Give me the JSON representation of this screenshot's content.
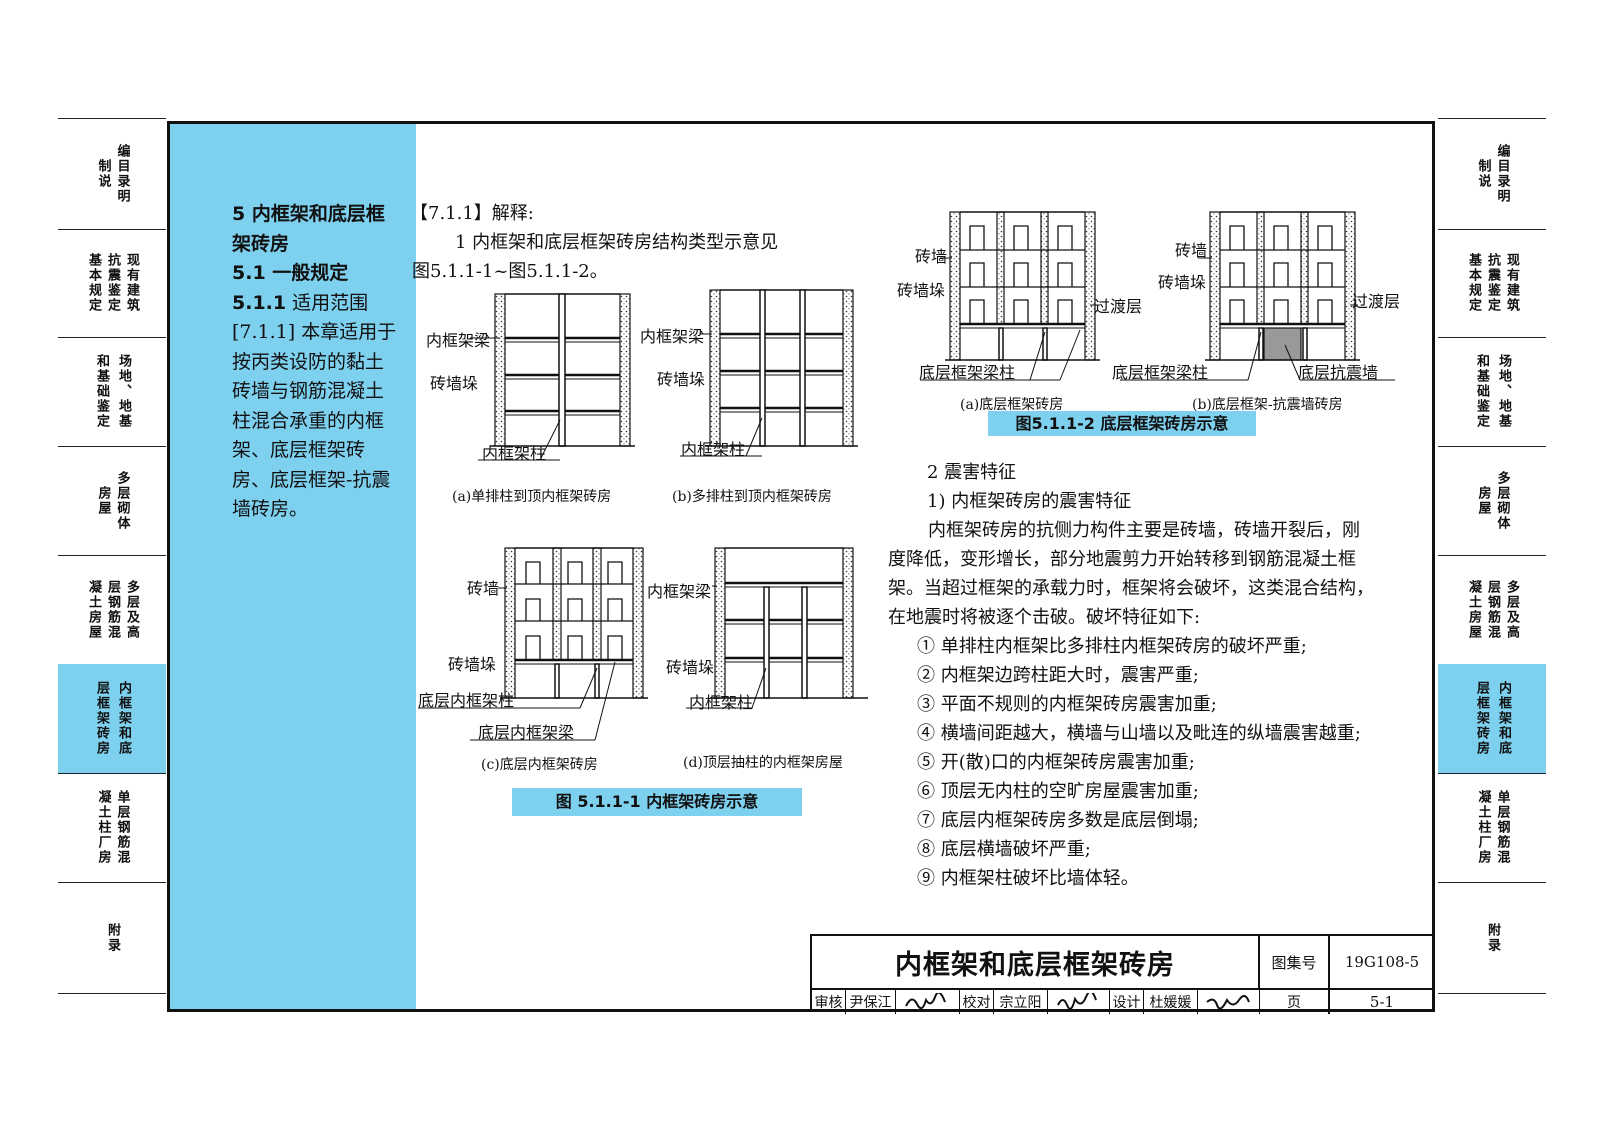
{
  "left_tabs": [
    {
      "lines": [
        "编",
        "目制",
        "录说",
        "明"
      ],
      "active": false
    },
    {
      "lines": [
        "现抗基",
        "有震本",
        "建鉴规",
        "筑定定"
      ],
      "active": false
    },
    {
      "lines": [
        "场 和",
        "地 基",
        "、 础",
        "地 鉴",
        "基 定"
      ],
      "active": false
    },
    {
      "lines": [
        "多",
        "层房",
        "砌屋",
        "体"
      ],
      "active": false
    },
    {
      "lines": [
        "多层凝",
        "层钢土",
        "及筋房",
        "高混屋"
      ],
      "active": false
    },
    {
      "lines": [
        "内 层",
        "框 框",
        "架 架",
        "和 砖",
        "底 房"
      ],
      "active": true
    },
    {
      "lines": [
        "单凝",
        "层土",
        "钢柱",
        "筋厂",
        "混房"
      ],
      "active": false
    },
    {
      "lines": [
        "附",
        "录"
      ],
      "active": false
    }
  ],
  "right_tabs": [
    {
      "lines": [
        "编",
        "目制",
        "录说",
        "明"
      ],
      "active": false
    },
    {
      "lines": [
        "现抗基",
        "有震本",
        "建鉴规",
        "筑定定"
      ],
      "active": false
    },
    {
      "lines": [
        "场 和",
        "地 基",
        "、 础",
        "地 鉴",
        "基 定"
      ],
      "active": false
    },
    {
      "lines": [
        "多",
        "层房",
        "砌屋",
        "体"
      ],
      "active": false
    },
    {
      "lines": [
        "多层凝",
        "层钢土",
        "及筋房",
        "高混屋"
      ],
      "active": false
    },
    {
      "lines": [
        "内 层",
        "框 框",
        "架 架",
        "和 砖",
        "底 房"
      ],
      "active": true
    },
    {
      "lines": [
        "单凝",
        "层土",
        "钢柱",
        "筋厂",
        "混房"
      ],
      "active": false
    },
    {
      "lines": [
        "附",
        "录"
      ],
      "active": false
    }
  ],
  "sidebar": {
    "chapter_title": "5 内框架和底层框架砖房",
    "section": "5.1 一般规定",
    "clause_num": "5.1.1",
    "clause_title": "适用范围",
    "clause_body": "[7.1.1] 本章适用于按丙类设防的黏土砖墙与钢筋混凝土柱混合承重的内框架、底层框架砖房、底层框架-抗震墙砖房。"
  },
  "intro": {
    "tag": "【7.1.1】解释:",
    "line1": "1 内框架和底层框架砖房结构类型示意见",
    "line2": "图5.1.1-1~图5.1.1-2。"
  },
  "fig1": {
    "title": "图 5.1.1-1 内框架砖房示意",
    "a": {
      "caption": "(a)单排柱到顶内框架砖房",
      "labels": [
        "内框架梁",
        "砖墙垛",
        "内框架柱"
      ]
    },
    "b": {
      "caption": "(b)多排柱到顶内框架砖房",
      "labels": [
        "内框架梁",
        "砖墙垛",
        "内框架柱"
      ]
    },
    "c": {
      "caption": "(c)底层内框架砖房",
      "labels": [
        "砖墙",
        "砖墙垛",
        "底层内框架柱",
        "底层内框架梁"
      ]
    },
    "d": {
      "caption": "(d)顶层抽柱的内框架房屋",
      "labels": [
        "内框架梁",
        "砖墙垛",
        "内框架柱"
      ]
    }
  },
  "fig2": {
    "title": "图5.1.1-2 底层框架砖房示意",
    "a": {
      "caption": "(a)底层框架砖房",
      "labels": [
        "砖墙",
        "砖墙垛",
        "过渡层",
        "底层框架梁柱"
      ]
    },
    "b": {
      "caption": "(b)底层框架-抗震墙砖房",
      "labels": [
        "砖墙",
        "砖墙垛",
        "过渡层",
        "底层框架梁柱",
        "底层抗震墙"
      ]
    }
  },
  "damage": {
    "heading": "2 震害特征",
    "subheading": "1) 内框架砖房的震害特征",
    "paragraph_lines": [
      "内框架砖房的抗侧力构件主要是砖墙，砖墙开裂后，刚",
      "度降低，变形增长，部分地震剪力开始转移到钢筋混凝土框",
      "架。当超过框架的承载力时，框架将会破坏，这类混合结构，",
      "在地震时将被逐个击破。破坏特征如下:"
    ],
    "items": [
      "① 单排柱内框架比多排柱内框架砖房的破坏严重;",
      "② 内框架边跨柱距大时，震害严重;",
      "③ 平面不规则的内框架砖房震害加重;",
      "④ 横墙间距越大，横墙与山墙以及毗连的纵墙震害越重;",
      "⑤ 开(散)口的内框架砖房震害加重;",
      "⑥ 顶层无内柱的空旷房屋震害加重;",
      "⑦ 底层内框架砖房多数是底层倒塌;",
      "⑧ 底层横墙破坏严重;",
      "⑨ 内框架柱破坏比墙体轻。"
    ]
  },
  "title_block": {
    "title": "内框架和底层框架砖房",
    "atlas_label": "图集号",
    "atlas_no": "19G108-5",
    "review_label": "审核",
    "reviewer": "尹保江",
    "check_label": "校对",
    "checker": "宗立阳",
    "design_label": "设计",
    "designer": "杜媛媛",
    "page_label": "页",
    "page_no": "5-1"
  }
}
